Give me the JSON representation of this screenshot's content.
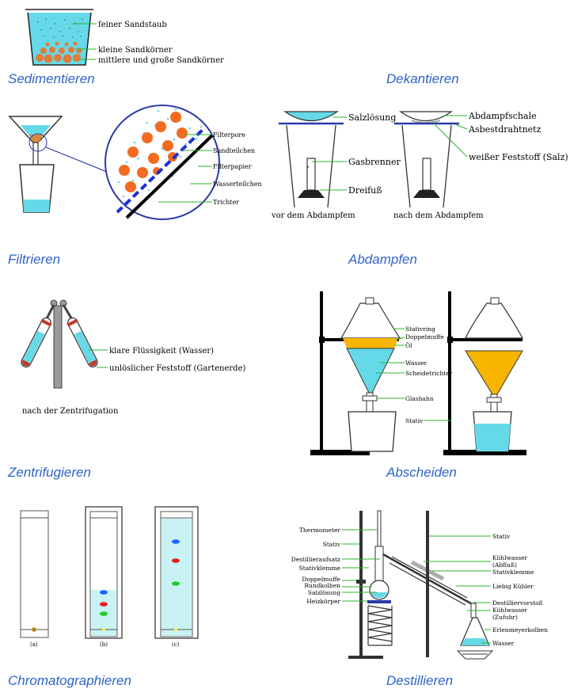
{
  "colors": {
    "title": "#2e63c8",
    "water": "#66d9e8",
    "water_light": "#c9f2f4",
    "sand": "#f26b21",
    "oil": "#f7b500",
    "filter_paper": "#1a2fd6"
  },
  "titles": {
    "sedimentieren": "Sedimentieren",
    "dekantieren": "Dekantieren",
    "filtrieren": "Filtrieren",
    "abdampfen": "Abdampfen",
    "zentrifugieren": "Zentrifugieren",
    "abscheiden": "Abscheiden",
    "chromatographieren": "Chromatographieren",
    "destillieren": "Destillieren"
  },
  "sedimentieren": {
    "labels": [
      "feiner Sandstaub",
      "kleine Sandkörner",
      "mittlere und große Sandkörner"
    ]
  },
  "filtrieren": {
    "labels": [
      "Filterpore",
      "Sandteilchen",
      "Filterpapier",
      "Wasserteilchen",
      "Trichter"
    ]
  },
  "abdampfen": {
    "left_labels": [
      "Salzlösung",
      "Gasbrenner",
      "Dreifuß"
    ],
    "right_labels": [
      "Abdampfschale",
      "Asbestdrahtnetz",
      "weißer Feststoff (Salz)"
    ],
    "captions": [
      "vor dem Abdampfem",
      "nach dem Abdampfem"
    ]
  },
  "zentrifugieren": {
    "labels": [
      "klare Flüssigkeit (Wasser)",
      "unlöslicher Feststoff (Gartenerde)"
    ],
    "caption": "nach der Zentrifugation"
  },
  "abscheiden": {
    "labels": [
      "Stativring",
      "Doppelmuffe",
      "Öl",
      "Wasser",
      "Scheidetrichter",
      "Glashahn",
      "Stativ"
    ]
  },
  "chromatographieren": {
    "captions": [
      "(a)",
      "(b)",
      "(c)"
    ]
  },
  "destillieren": {
    "left_labels": [
      "Thermometer",
      "Stativ",
      "Destillieraufsatz",
      "Stativklemme",
      "Doppelmuffe",
      "Rundkolben",
      "Salzlösung",
      "Heizkörper"
    ],
    "right_labels": [
      "Stativ",
      "Kühlwasser",
      "(Abfluß)",
      "Stativklemme",
      "Liebig Kühler",
      "Destilliervorstoß",
      "Kühlwasser",
      "(Zufuhr)",
      "Erlenmeyerkolben",
      "Wasser"
    ]
  }
}
